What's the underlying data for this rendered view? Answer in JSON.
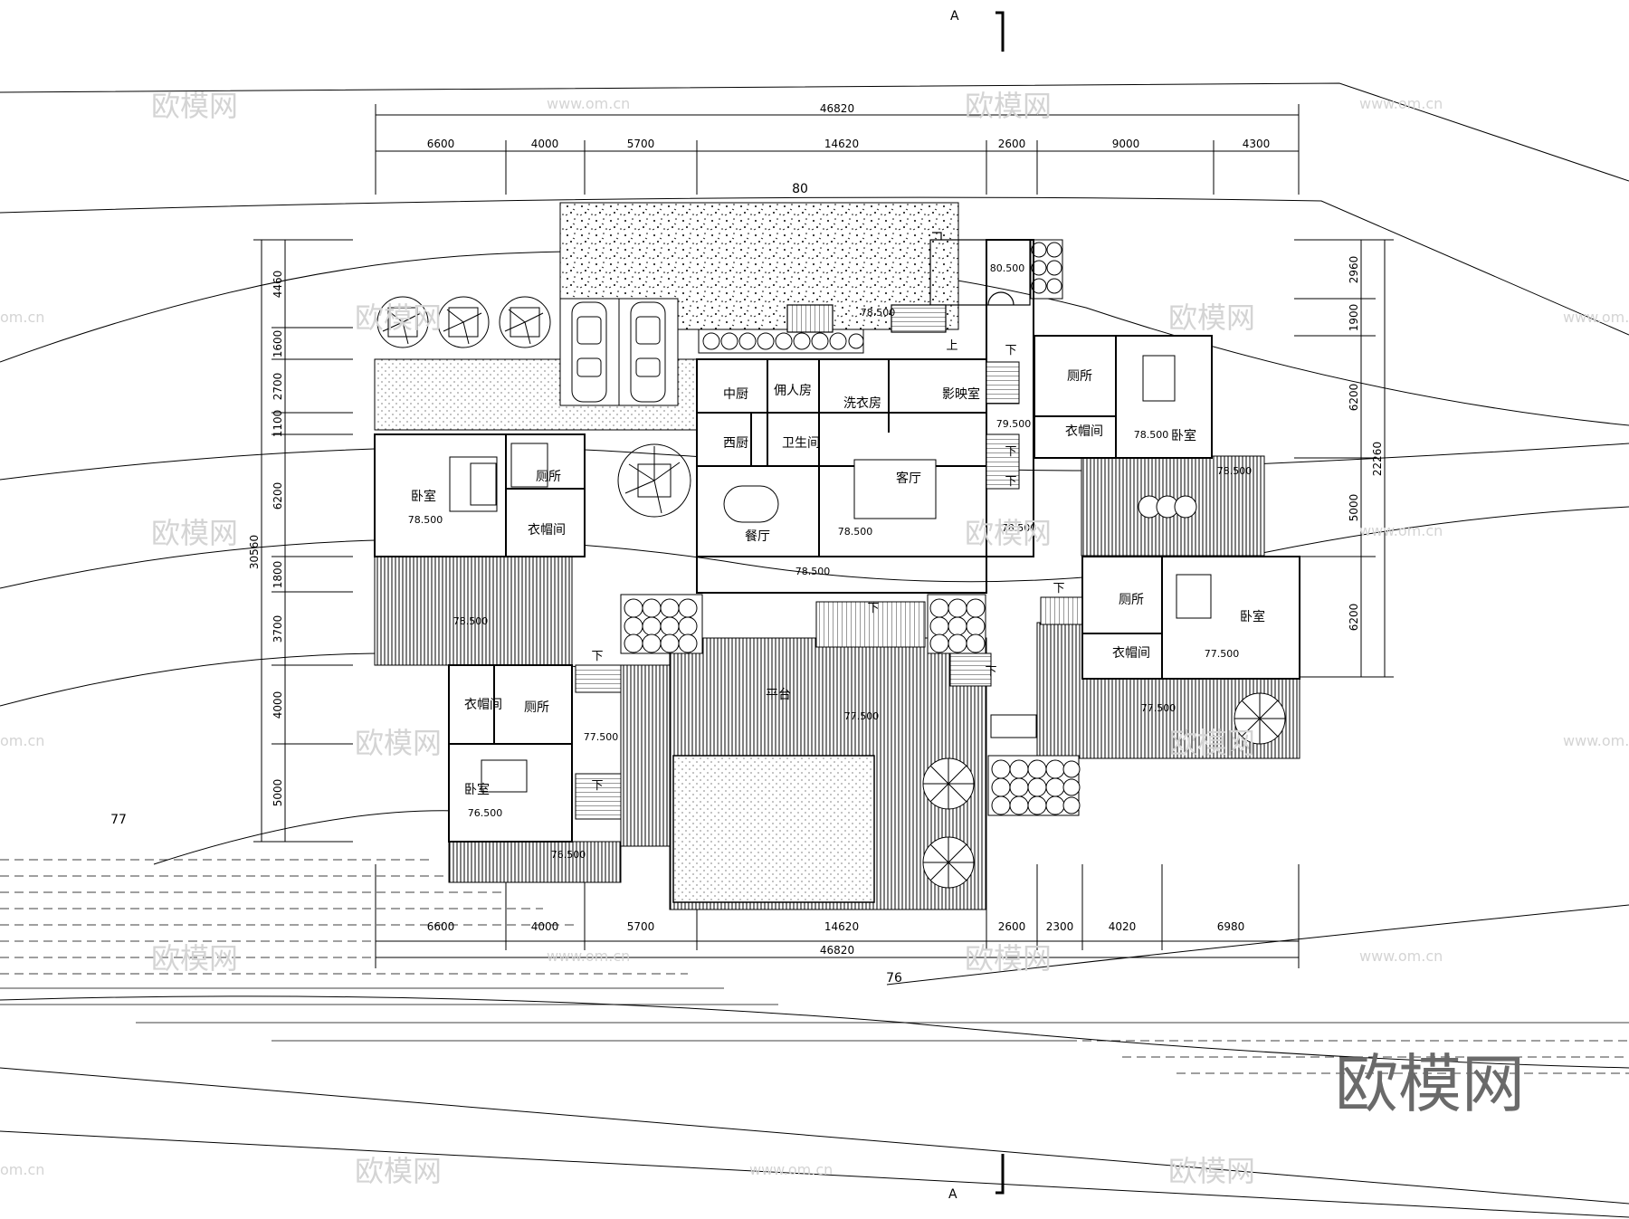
{
  "section_marks": {
    "top": "A",
    "bottom": "A"
  },
  "contour_labels": {
    "c80": "80",
    "c77": "77",
    "c76": "76"
  },
  "dims": {
    "top_total": "46820",
    "top_segments": [
      "6600",
      "4000",
      "5700",
      "14620",
      "2600",
      "9000",
      "4300"
    ],
    "bottom_segments": [
      "6600",
      "4000",
      "5700",
      "14620",
      "2600",
      "2300",
      "4020",
      "6980"
    ],
    "bottom_total": "46820",
    "left_total": "30560",
    "left_segments": [
      "4460",
      "1600",
      "2700",
      "1100",
      "6200",
      "1800",
      "3700",
      "4000",
      "5000"
    ],
    "right_total": "22260",
    "right_segments": [
      "2960",
      "1900",
      "6200",
      "5000",
      "6200"
    ]
  },
  "rooms": {
    "bedroom": "卧室",
    "toilet": "厕所",
    "cloakroom": "衣帽间",
    "chinese_kitchen": "中厨",
    "servant_room": "佣人房",
    "laundry": "洗衣房",
    "cinema": "影映室",
    "western_kitchen": "西厨",
    "washroom": "卫生间",
    "living_room": "客厅",
    "dining_room": "餐厅",
    "terrace": "平台"
  },
  "stairs": {
    "up": "上",
    "down": "下"
  },
  "elevations": {
    "e80500": "80.500",
    "e78500": "78.500",
    "e79500": "79.500",
    "e77500": "77.500",
    "e76500": "76.500"
  },
  "watermark": {
    "brand": "欧模网",
    "url": "www.om.cn",
    "short": "om.cn"
  }
}
